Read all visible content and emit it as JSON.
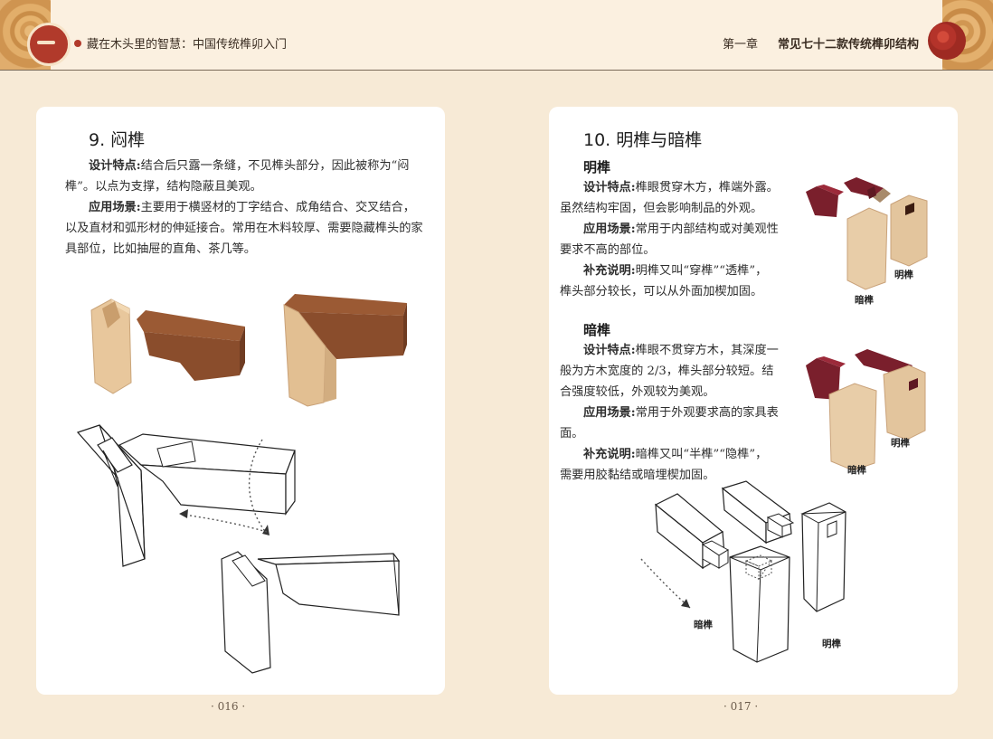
{
  "header": {
    "book_title": "藏在木头里的智慧：中国传统榫卯入门",
    "chapter_number": "第一章",
    "chapter_title": "常见七十二款传统榫卯结构"
  },
  "left_page": {
    "section_title": "9. 闷榫",
    "design_label": "设计特点:",
    "design_text": "结合后只露一条缝，不见榫头部分，因此被称为“闷榫”。以点为支撑，结构隐蔽且美观。",
    "usage_label": "应用场景:",
    "usage_text": "主要用于横竖材的丁字结合、成角结合、交叉结合，以及直材和弧形材的伸延接合。常用在木料较厚、需要隐藏榫头的家具部位，比如抽屉的直角、茶几等。",
    "page_number": "· 016 ·"
  },
  "right_page": {
    "section_title": "10. 明榫与暗榫",
    "ming": {
      "title": "明榫",
      "design_label": "设计特点:",
      "design_text": "榫眼贯穿木方，榫端外露。虽然结构牢固，但会影响制品的外观。",
      "usage_label": "应用场景:",
      "usage_text": "常用于内部结构或对美观性要求不高的部位。",
      "note_label": "补充说明:",
      "note_text": "明榫又叫“穿榫”“透榫”，榫头部分较长，可以从外面加楔加固。"
    },
    "an": {
      "title": "暗榫",
      "design_label": "设计特点:",
      "design_text": "榫眼不贯穿方木，其深度一般为方木宽度的 2/3，榫头部分较短。结合强度较低，外观较为美观。",
      "usage_label": "应用场景:",
      "usage_text": "常用于外观要求高的家具表面。",
      "note_label": "补充说明:",
      "note_text": "暗榫又叫“半榫”“隐榫”，需要用胶黏结或暗埋楔加固。"
    },
    "labels": {
      "fig1_ming": "明榫",
      "fig1_an": "暗榫",
      "fig2_ming": "明榫",
      "fig2_an": "暗榫",
      "fig3_an": "暗榫",
      "fig3_ming": "明榫"
    },
    "page_number": "· 017 ·"
  }
}
